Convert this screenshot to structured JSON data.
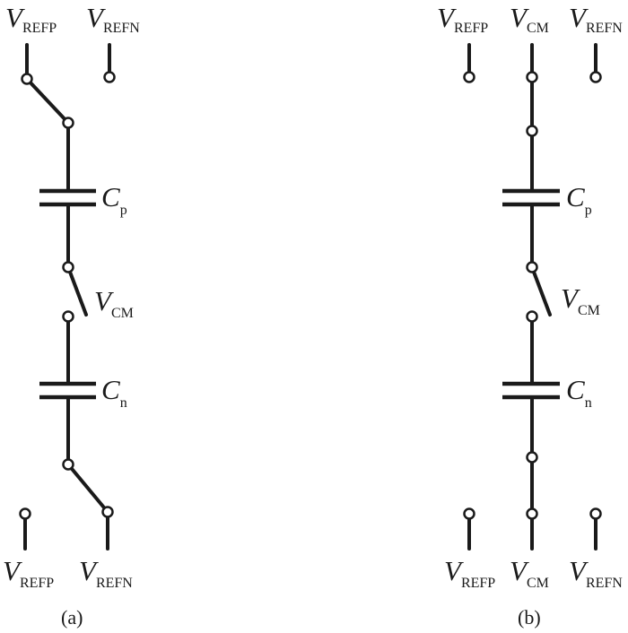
{
  "panel_a": {
    "caption": "(a)",
    "top_left": {
      "main": "V",
      "sub": "REFP"
    },
    "top_right": {
      "main": "V",
      "sub": "REFN"
    },
    "cap_p": {
      "main": "C",
      "sub": "p"
    },
    "mid": {
      "main": "V",
      "sub": "CM"
    },
    "cap_n": {
      "main": "C",
      "sub": "n"
    },
    "bottom_left": {
      "main": "V",
      "sub": "REFP"
    },
    "bottom_right": {
      "main": "V",
      "sub": "REFN"
    }
  },
  "panel_b": {
    "caption": "(b)",
    "top_left": {
      "main": "V",
      "sub": "REFP"
    },
    "top_mid": {
      "main": "V",
      "sub": "CM"
    },
    "top_right": {
      "main": "V",
      "sub": "REFN"
    },
    "cap_p": {
      "main": "C",
      "sub": "p"
    },
    "mid": {
      "main": "V",
      "sub": "CM"
    },
    "cap_n": {
      "main": "C",
      "sub": "n"
    },
    "bottom_left": {
      "main": "V",
      "sub": "REFP"
    },
    "bottom_mid": {
      "main": "V",
      "sub": "CM"
    },
    "bottom_right": {
      "main": "V",
      "sub": "REFN"
    }
  }
}
